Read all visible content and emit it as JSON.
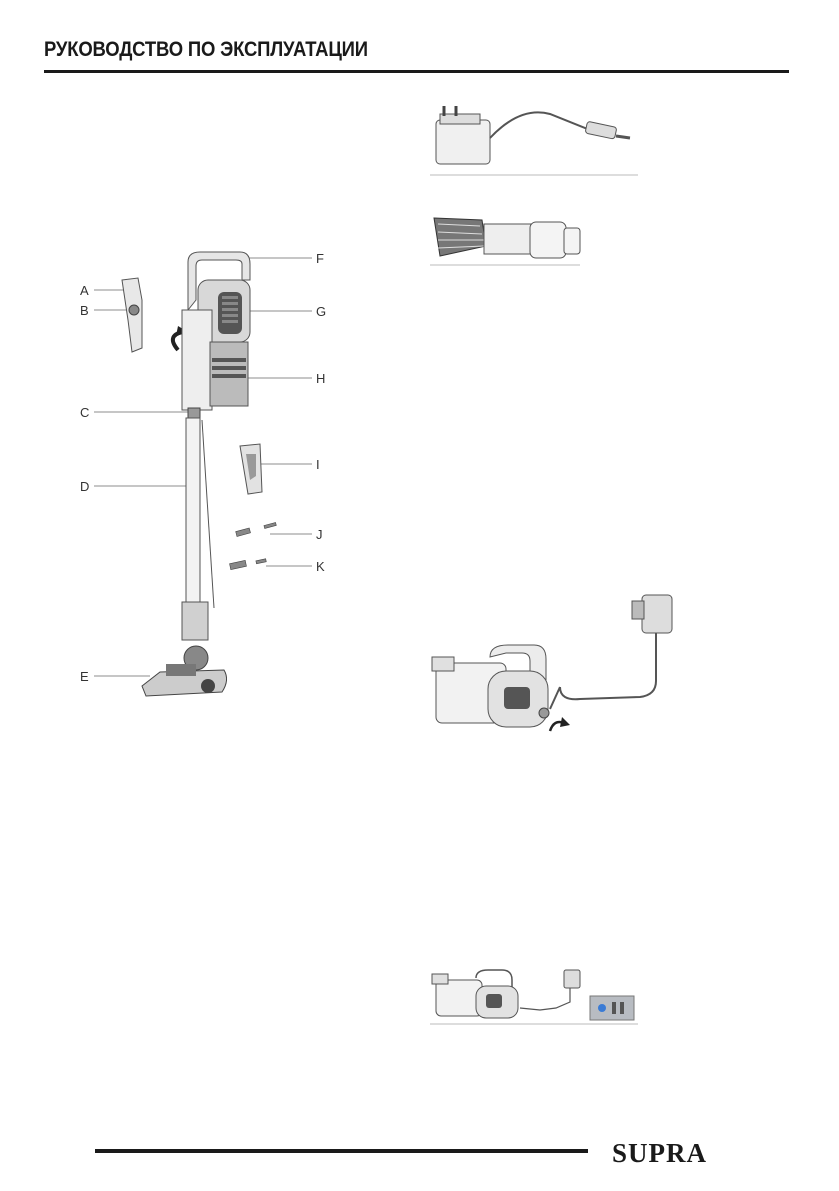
{
  "header": {
    "title": "РУКОВОДСТВО ПО ЭКСПЛУАТАЦИИ"
  },
  "diagram": {
    "labels": [
      "A",
      "B",
      "C",
      "D",
      "E",
      "F",
      "G",
      "H",
      "I",
      "J",
      "K"
    ]
  },
  "footer": {
    "brand": "SUPRA"
  },
  "colors": {
    "rule": "#1a1a1a",
    "line_art": "#555555",
    "fill_gray": "#cfcfcf"
  },
  "figures": {
    "adapter": {
      "icon": "power-adapter-icon"
    },
    "crevice": {
      "icon": "crevice-nozzle-icon"
    },
    "charging": {
      "icon": "charging-vacuum-icon"
    },
    "indicator": {
      "icon": "charge-indicator-icon"
    }
  }
}
